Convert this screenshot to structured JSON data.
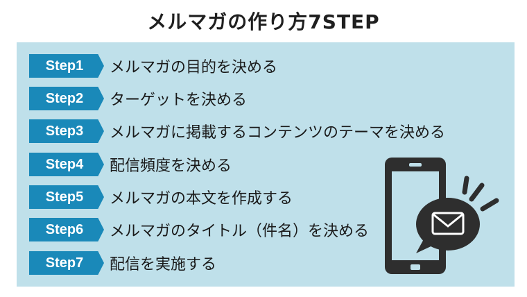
{
  "title": "メルマガの作り方7STEP",
  "colors": {
    "panel_bg": "#bfe0ea",
    "badge_bg": "#1a89b9",
    "illustration_dark": "#2e2e2e",
    "envelope_fill": "#ffffff"
  },
  "steps": [
    {
      "badge": "Step1",
      "text": "メルマガの目的を決める"
    },
    {
      "badge": "Step2",
      "text": "ターゲットを決める"
    },
    {
      "badge": "Step3",
      "text": "メルマガに掲載するコンテンツのテーマを決める"
    },
    {
      "badge": "Step4",
      "text": "配信頻度を決める"
    },
    {
      "badge": "Step5",
      "text": "メルマガの本文を作成する"
    },
    {
      "badge": "Step6",
      "text": "メルマガのタイトル（件名）を決める"
    },
    {
      "badge": "Step7",
      "text": "配信を実施する"
    }
  ],
  "illustration": {
    "icons": [
      "smartphone-icon",
      "speech-bubble-icon",
      "envelope-icon",
      "signal-lines-icon"
    ]
  }
}
